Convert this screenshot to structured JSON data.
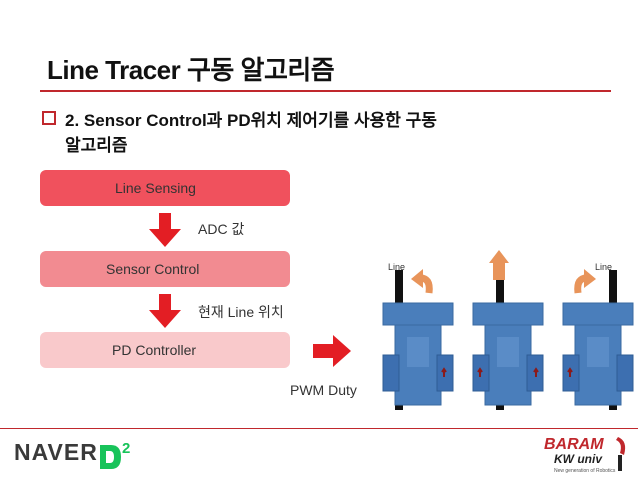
{
  "slide": {
    "title": "Line Tracer 구동 알고리즘",
    "bullet_line1": "2. Sensor Control과 PD위치 제어기를 사용한 구동",
    "bullet_line2": "알고리즘"
  },
  "flow": {
    "steps": [
      "Line Sensing",
      "Sensor Control",
      "PD Controller"
    ],
    "captions": [
      "ADC 값",
      "현재 Line 위치"
    ],
    "output_label": "PWM Duty"
  },
  "robots": {
    "left_line_label": "Line",
    "right_line_label": "Line"
  },
  "footer": {
    "naver_text": "NAVER",
    "d2_text": "2",
    "baram_text": "BARAM",
    "baram_sub": "KW univ",
    "baram_tag": "New generation of Robotics"
  },
  "colors": {
    "accent": "#c0282d",
    "step1": "#f0515d",
    "step2": "#f28b91",
    "step3": "#f9c9cb",
    "robot_body": "#4a7ebb",
    "turn_arrow": "#e8945a",
    "naver_green": "#18c35a"
  }
}
